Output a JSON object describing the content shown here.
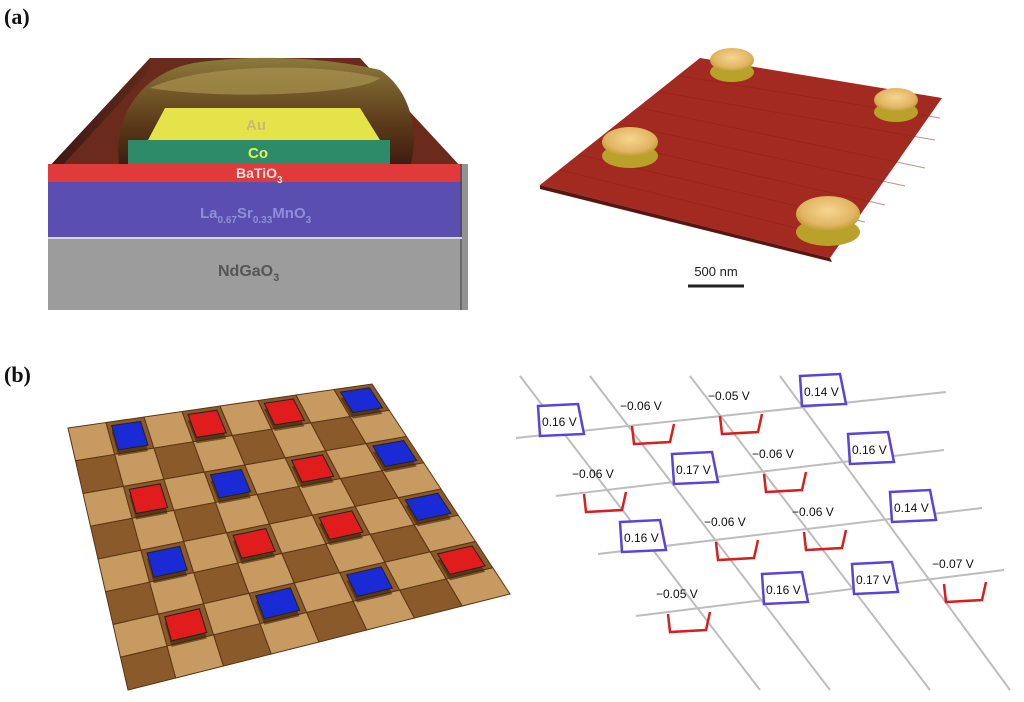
{
  "figure": {
    "panel_a": {
      "label": "(a)",
      "layers": [
        {
          "name": "Au",
          "color": "#e6e34a",
          "text_color": "#c9b871"
        },
        {
          "name": "Co",
          "color": "#2e8b6a",
          "text_color": "#e7f24f"
        },
        {
          "name": "BaTiO",
          "sub": "3",
          "color": "#e03a3a",
          "text_color": "#ffe0e0"
        },
        {
          "name": "La",
          "sub1": "0.67",
          "mid": "Sr",
          "sub2": "0.33",
          "tail": "MnO",
          "sub3": "3",
          "color": "#5a4fb0",
          "text_color": "#8f8fd8"
        },
        {
          "name": "NdGaO",
          "sub": "3",
          "color": "#9c9c9c",
          "text_color": "#555555"
        }
      ],
      "scale_bar": "500 nm"
    },
    "panel_b": {
      "label": "(b)",
      "colors": {
        "positive": "#5a44d8",
        "negative": "#d42020",
        "grid": "#bdbdbd"
      },
      "rows": [
        [
          "0.16 V",
          "−0.06 V",
          "−0.05 V",
          "0.14 V"
        ],
        [
          "−0.06 V",
          "0.17 V",
          "−0.06 V",
          "0.16 V"
        ],
        [
          "0.16 V",
          "−0.06 V",
          "−0.06 V",
          "0.14 V"
        ],
        [
          "−0.05 V",
          "0.16 V",
          "0.17 V",
          "−0.07 V"
        ]
      ],
      "polarity": [
        [
          "pos",
          "neg",
          "neg",
          "pos"
        ],
        [
          "neg",
          "pos",
          "neg",
          "pos"
        ],
        [
          "pos",
          "neg",
          "neg",
          "pos"
        ],
        [
          "neg",
          "pos",
          "pos",
          "neg"
        ]
      ]
    }
  }
}
